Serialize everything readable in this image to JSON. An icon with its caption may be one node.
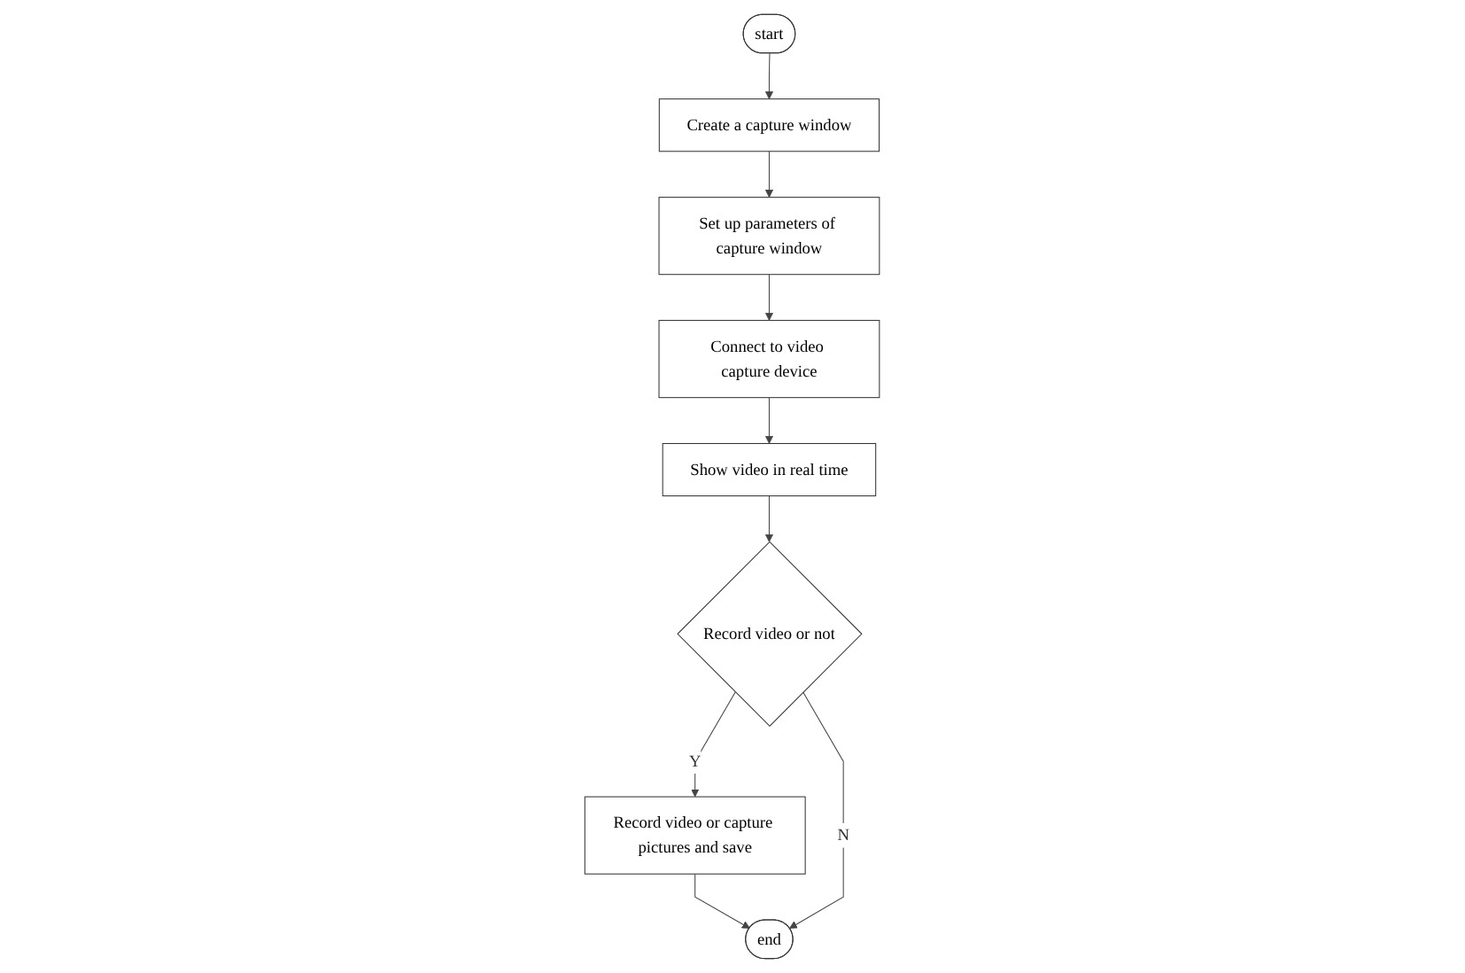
{
  "diagram": {
    "nodes": [
      {
        "text": [
          "start"
        ]
      },
      {
        "text": [
          "Create a capture window"
        ]
      },
      {
        "text": [
          "Set up parameters of capture window"
        ]
      },
      {
        "text": [
          "Connect to video capture device"
        ]
      },
      {
        "text": [
          "Show video in real time"
        ]
      },
      {
        "text": [
          "Record video or not"
        ]
      },
      {
        "text": [
          "Record video or capture pictures and save"
        ]
      },
      {
        "text": [
          "end"
        ]
      }
    ],
    "edges": [
      {
        "from": 0,
        "to": 1,
        "arrow": "to"
      },
      {
        "from": 1,
        "to": 2,
        "arrow": "to"
      },
      {
        "from": 2,
        "to": 3,
        "arrow": "to"
      },
      {
        "from": 3,
        "to": 4,
        "arrow": "to"
      },
      {
        "from": 4,
        "to": 5,
        "arrow": "to"
      },
      {
        "from": 5,
        "to": 6,
        "label": "Y",
        "arrow": "to"
      },
      {
        "from": 6,
        "to": 7,
        "arrow": "to"
      },
      {
        "from": 5,
        "to": 7,
        "label": "N",
        "arrow": "to"
      }
    ]
  }
}
